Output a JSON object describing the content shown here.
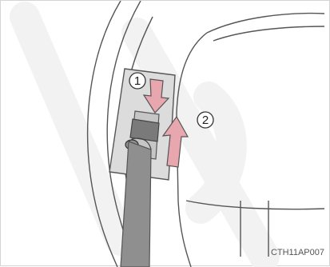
{
  "figure": {
    "code": "CTH11AP007",
    "steps": [
      {
        "number": "1",
        "arrow_direction": "down",
        "arrow_color": "#e8a7ae"
      },
      {
        "number": "2",
        "arrow_direction": "up",
        "arrow_color": "#e8a7ae"
      }
    ],
    "icons": [
      "seat-belt-anchor-adjuster-icon",
      "down-arrow-icon",
      "up-arrow-icon"
    ],
    "colors": {
      "line": "#555555",
      "panel_shade": "#dcdcdc",
      "belt_shade": "#8f8f8f",
      "arrow": "#e8a7ae",
      "watermark": "#f3f3f3"
    }
  }
}
